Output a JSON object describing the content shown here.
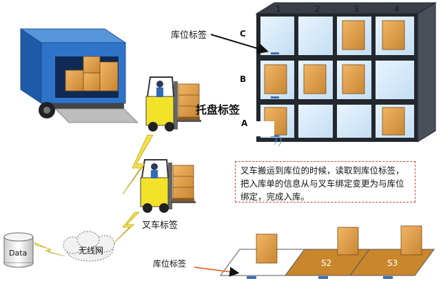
{
  "labels": {
    "shelf_tag": "库位标签",
    "pallet_tag": "托盘标签",
    "forklift_tag": "叉车标签",
    "wireless": "无线网",
    "data": "Data",
    "floor_tag": "库位标签"
  },
  "rack": {
    "columns": [
      "1",
      "2",
      "3",
      "4"
    ],
    "rows": [
      "C",
      "B",
      "A"
    ]
  },
  "floor_slots": [
    "S2",
    "S3"
  ],
  "callout_text": "叉车搬运到库位的时候，读取到库位标签，把入库单的信息从与叉车绑定变更为与库位绑定，完成入库。",
  "colors": {
    "truck_blue": "#2f74c9",
    "rack_frame": "#23272e",
    "cell_fill": "#d9ecfa",
    "box": "#e3a04f",
    "forklift": "#f2e22a",
    "floor_slot": "#c9862c",
    "lightning": "#f4e04a",
    "callout_border": "#d43c3c"
  }
}
